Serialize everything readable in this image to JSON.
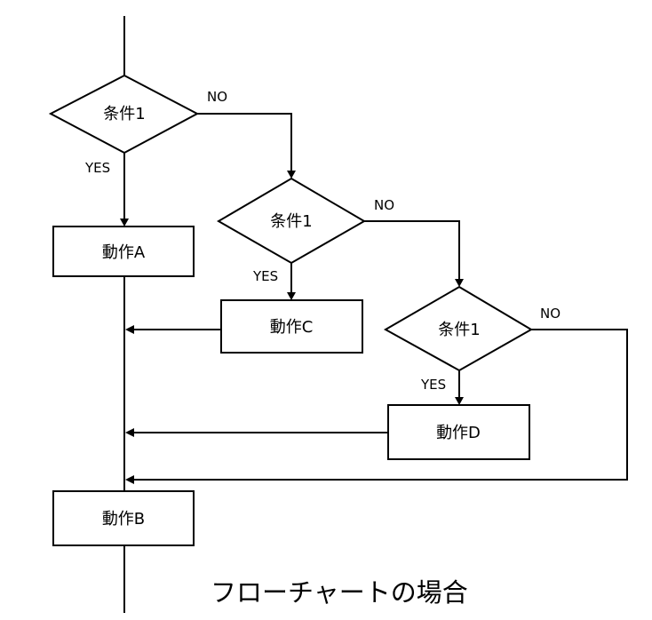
{
  "decisions": [
    {
      "id": "d1",
      "label": "条件1",
      "yes_label": "YES",
      "no_label": "NO"
    },
    {
      "id": "d2",
      "label": "条件1",
      "yes_label": "YES",
      "no_label": "NO"
    },
    {
      "id": "d3",
      "label": "条件1",
      "yes_label": "YES",
      "no_label": "NO"
    }
  ],
  "actions": [
    {
      "id": "a",
      "label": "動作A"
    },
    {
      "id": "c",
      "label": "動作C"
    },
    {
      "id": "d",
      "label": "動作D"
    },
    {
      "id": "b",
      "label": "動作B"
    }
  ],
  "caption": "フローチャートの場合"
}
